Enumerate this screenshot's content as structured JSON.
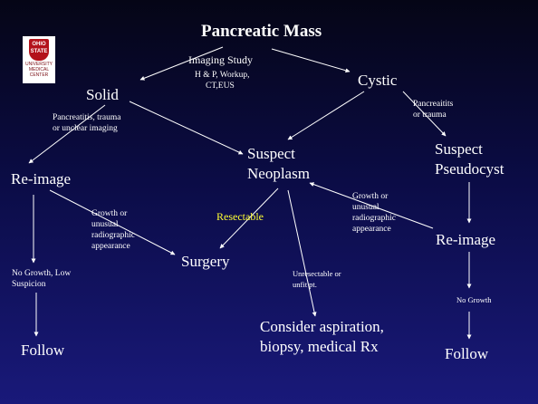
{
  "title": "Pancreatic Mass",
  "logo": {
    "shield_text": [
      "OHIO",
      "STATE"
    ],
    "caption": [
      "UNIVERSITY",
      "MEDICAL",
      "CENTER"
    ]
  },
  "nodes": {
    "imaging_study": "Imaging Study",
    "imaging_detail_1": "H & P,  Workup,",
    "imaging_detail_2": "CT,EUS",
    "solid": "Solid",
    "cystic": "Cystic",
    "reimage_left": "Re-image",
    "suspect_neoplasm_1": "Suspect",
    "suspect_neoplasm_2": "Neoplasm",
    "suspect_pseudocyst_1": "Suspect",
    "suspect_pseudocyst_2": "Pseudocyst",
    "surgery": "Surgery",
    "reimage_right": "Re-image",
    "follow_left": "Follow",
    "follow_right": "Follow",
    "consider_1": "Consider aspiration,",
    "consider_2": "biopsy, medical Rx"
  },
  "labels": {
    "pancreatitis_trauma_1": "Pancreatitis, trauma",
    "pancreatitis_trauma_2": "or unclear imaging",
    "pancreatitis_right_1": "Pancreaitits",
    "pancreatitis_right_2": "or trauma",
    "growth_left_1": "Growth or",
    "growth_left_2": "unusual",
    "growth_left_3": "radiographic",
    "growth_left_4": "appearance",
    "growth_right_1": "Growth or",
    "growth_right_2": "unusual",
    "growth_right_3": "radiographic",
    "growth_right_4": "appearance",
    "resectable": "Resectable",
    "no_growth_low_1": "No Growth, Low",
    "no_growth_low_2": "Suspicion",
    "unresectable_1": "Unresectable or",
    "unresectable_2": "unfit pt.",
    "no_growth_right": "No Growth"
  },
  "colors": {
    "text": "#ffffff",
    "highlight": "#ffff33",
    "arrow": "#ffffff"
  }
}
